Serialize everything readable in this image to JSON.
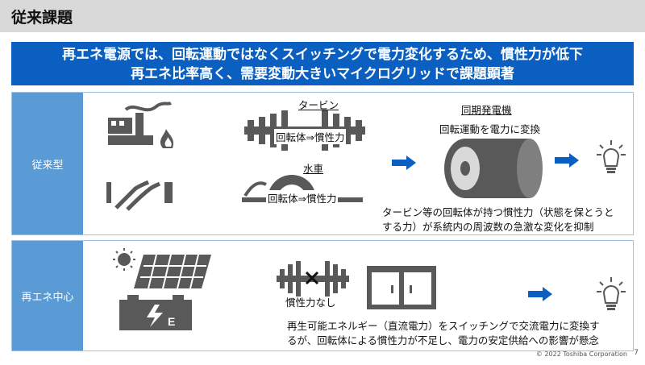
{
  "title": "従来課題",
  "banner": {
    "line1": "再エネ電源では、回転運動ではなくスイッチングで電力変化するため、慣性力が低下",
    "line2": "再エネ比率高く、需要変動大きいマイクログリッドで課題顕著"
  },
  "conventional": {
    "label": "従来型",
    "turbine_label": "タービン",
    "rotor_inertia_1": "回転体⇒慣性力",
    "water_wheel_label": "水車",
    "rotor_inertia_2": "回転体⇒慣性力",
    "generator_label": "同期発電機",
    "generator_desc": "回転運動を電力に変換",
    "note_line1": "タービン等の回転体が持つ慣性力（状態を保とうと",
    "note_line2": "する力）が系統内の周波数の急激な変化を抑制"
  },
  "renewable": {
    "label": "再エネ中心",
    "no_inertia": "慣性力なし",
    "note_line1": "再生可能エネルギー（直流電力）をスイッチングで交流電力に変換す",
    "note_line2": "るが、回転体による慣性力が不足し、電力の安定供給への影響が懸念"
  },
  "footer": {
    "copyright": "© 2022 Toshiba Corporation",
    "page": "7"
  },
  "colors": {
    "banner": "#0a5fc0",
    "label_bg": "#5b9bd5",
    "icon": "#595959",
    "arrow": "#0a5fc0"
  }
}
